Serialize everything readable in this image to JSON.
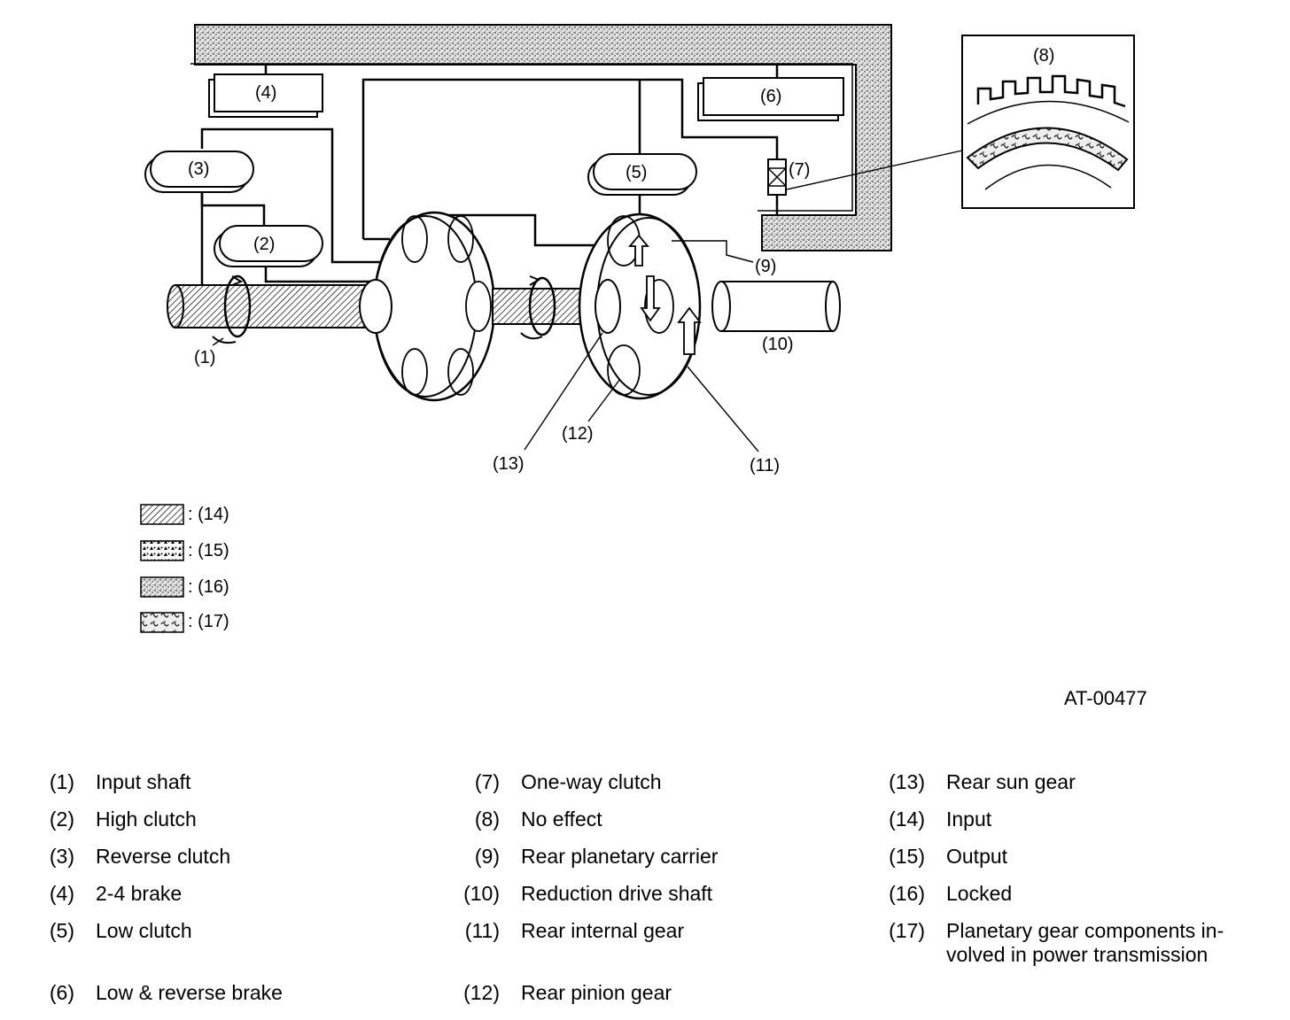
{
  "callouts": {
    "c1": "(1)",
    "c2": "(2)",
    "c3": "(3)",
    "c4": "(4)",
    "c5": "(5)",
    "c6": "(6)",
    "c7": "(7)",
    "c8": "(8)",
    "c9": "(9)",
    "c10": "(10)",
    "c11": "(11)",
    "c12": "(12)",
    "c13": "(13)"
  },
  "pattern_key": [
    {
      "pattern": "diagonal-hatch",
      "text": ": (14)"
    },
    {
      "pattern": "triangle-dots",
      "text": ": (15)"
    },
    {
      "pattern": "stipple",
      "text": ": (16)"
    },
    {
      "pattern": "swirl",
      "text": ": (17)"
    }
  ],
  "figure_code": "AT-00477",
  "legend": [
    {
      "num": "(1)",
      "text": "Input shaft"
    },
    {
      "num": "(2)",
      "text": "High clutch"
    },
    {
      "num": "(3)",
      "text": "Reverse clutch"
    },
    {
      "num": "(4)",
      "text": "2-4 brake"
    },
    {
      "num": "(5)",
      "text": "Low clutch"
    },
    {
      "num": "(6)",
      "text": "Low & reverse brake"
    },
    {
      "num": "(7)",
      "text": "One-way clutch"
    },
    {
      "num": "(8)",
      "text": "No effect"
    },
    {
      "num": "(9)",
      "text": "Rear planetary carrier"
    },
    {
      "num": "(10)",
      "text": "Reduction drive shaft"
    },
    {
      "num": "(11)",
      "text": "Rear internal gear"
    },
    {
      "num": "(12)",
      "text": "Rear pinion gear"
    },
    {
      "num": "(13)",
      "text": "Rear sun gear"
    },
    {
      "num": "(14)",
      "text": "Input"
    },
    {
      "num": "(15)",
      "text": "Output"
    },
    {
      "num": "(16)",
      "text": "Locked"
    },
    {
      "num": "(17)",
      "text": "Planetary gear components in-",
      "text2": "volved in power transmission"
    }
  ]
}
